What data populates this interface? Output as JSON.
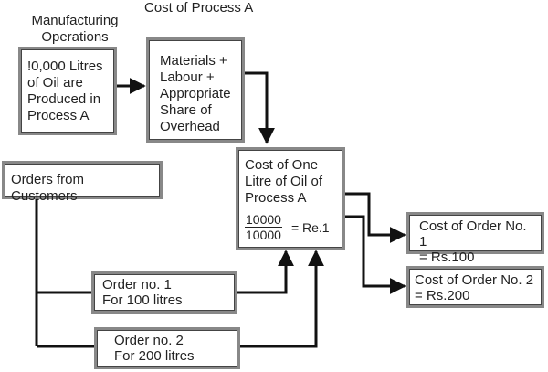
{
  "labels": {
    "manufacturing_operations": "Manufacturing\nOperations",
    "cost_of_process_a": "Cost of Process A"
  },
  "boxes": {
    "oil_produced": "!0,000 Litres\nof Oil are\nProduced in\nProcess A",
    "materials": "Materials +\nLabour +\nAppropriate\nShare of\nOverhead",
    "orders_from_customers": "Orders from Customers",
    "cost_one_litre": {
      "text": "Cost of One\nLitre of Oil of\nProcess A",
      "numerator": "10000",
      "denominator": "10000",
      "result": "= Re.1"
    },
    "order_1": "Order no. 1\nFor 100 litres",
    "order_2": "Order no. 2\nFor 200 litres",
    "cost_order_1": "Cost of Order No. 1\n= Rs.100",
    "cost_order_2": "Cost of Order No. 2\n= Rs.200"
  },
  "colors": {
    "frame": "#888888",
    "line": "#111111"
  }
}
